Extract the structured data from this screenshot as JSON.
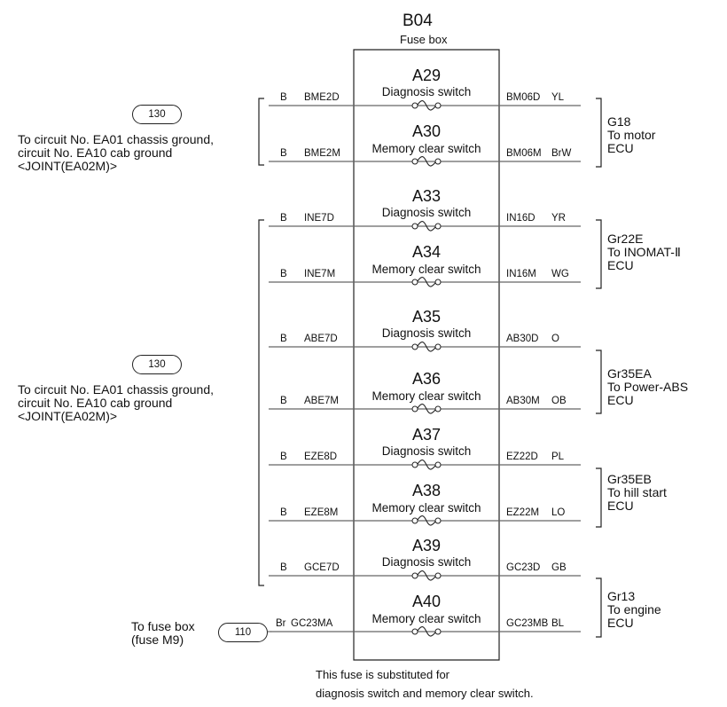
{
  "fuse_box": {
    "id": "B04",
    "name": "Fuse box"
  },
  "fuses": [
    {
      "id": "A29",
      "name": "Diagnosis switch",
      "left_color": "B",
      "left_wire": "BME2D",
      "right_wire": "BM06D",
      "right_color": "YL"
    },
    {
      "id": "A30",
      "name": "Memory clear switch",
      "left_color": "B",
      "left_wire": "BME2M",
      "right_wire": "BM06M",
      "right_color": "BrW"
    },
    {
      "id": "A33",
      "name": "Diagnosis switch",
      "left_color": "B",
      "left_wire": "INE7D",
      "right_wire": "IN16D",
      "right_color": "YR"
    },
    {
      "id": "A34",
      "name": "Memory clear switch",
      "left_color": "B",
      "left_wire": "INE7M",
      "right_wire": "IN16M",
      "right_color": "WG"
    },
    {
      "id": "A35",
      "name": "Diagnosis switch",
      "left_color": "B",
      "left_wire": "ABE7D",
      "right_wire": "AB30D",
      "right_color": "O"
    },
    {
      "id": "A36",
      "name": "Memory clear switch",
      "left_color": "B",
      "left_wire": "ABE7M",
      "right_wire": "AB30M",
      "right_color": "OB"
    },
    {
      "id": "A37",
      "name": "Diagnosis switch",
      "left_color": "B",
      "left_wire": "EZE8D",
      "right_wire": "EZ22D",
      "right_color": "PL"
    },
    {
      "id": "A38",
      "name": "Memory clear switch",
      "left_color": "B",
      "left_wire": "EZE8M",
      "right_wire": "EZ22M",
      "right_color": "LO"
    },
    {
      "id": "A39",
      "name": "Diagnosis switch",
      "left_color": "B",
      "left_wire": "GCE7D",
      "right_wire": "GC23D",
      "right_color": "GB"
    },
    {
      "id": "A40",
      "name": "Memory clear switch",
      "left_color": "Br",
      "left_wire": "GC23MA",
      "right_wire": "GC23MB",
      "right_color": "BL"
    }
  ],
  "left_refs": [
    {
      "page": "130",
      "lines": [
        "To circuit No. EA01 chassis ground,",
        "circuit No. EA10 cab ground",
        "<JOINT(EA02M)>"
      ]
    },
    {
      "page": "130",
      "lines": [
        "To circuit No. EA01 chassis ground,",
        "circuit No. EA10 cab ground",
        "<JOINT(EA02M)>"
      ]
    },
    {
      "page": "110",
      "lines": [
        "To fuse box",
        "(fuse M9)"
      ]
    }
  ],
  "ecus": [
    {
      "connector": "G18",
      "lines": [
        "To motor",
        "ECU"
      ]
    },
    {
      "connector": "Gr22E",
      "lines": [
        "To INOMAT-Ⅱ",
        "ECU"
      ]
    },
    {
      "connector": "Gr35EA",
      "lines": [
        "To Power-ABS",
        "ECU"
      ]
    },
    {
      "connector": "Gr35EB",
      "lines": [
        "To hill start",
        "ECU"
      ]
    },
    {
      "connector": "Gr13",
      "lines": [
        "To engine",
        "ECU"
      ]
    }
  ],
  "note": [
    "This fuse is substituted for",
    "diagnosis switch and memory clear switch."
  ]
}
